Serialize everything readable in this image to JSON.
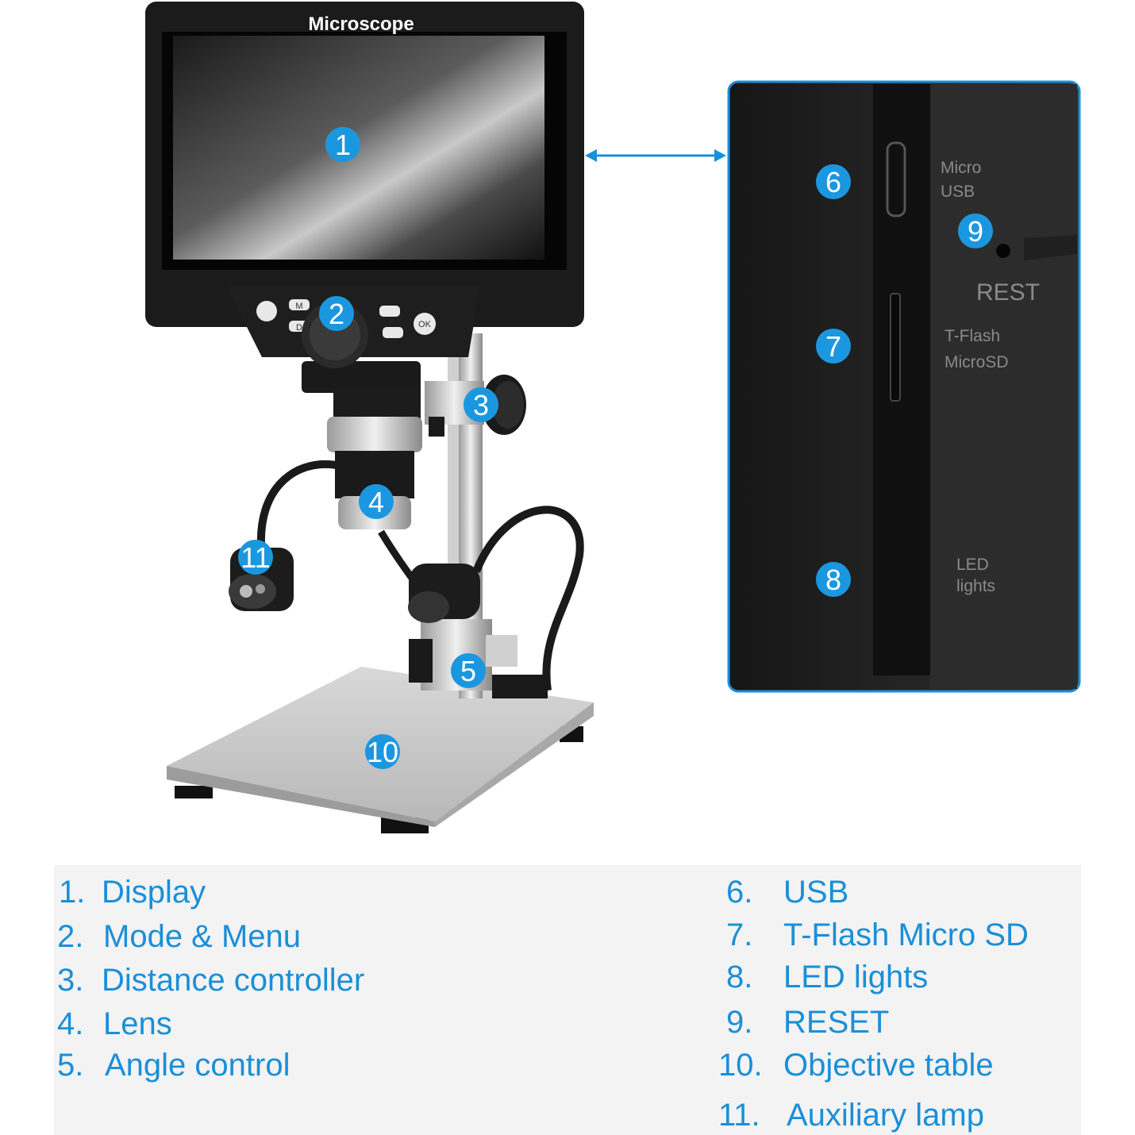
{
  "brand": "Microscope",
  "callouts": [
    "1",
    "2",
    "3",
    "4",
    "5",
    "6",
    "7",
    "8",
    "9",
    "10",
    "11"
  ],
  "port_labels": {
    "usb_line1": "Micro",
    "usb_line2": "USB",
    "reset": "REST",
    "sd_line1": "T-Flash",
    "sd_line2": "MicroSD",
    "led_line1": "LED",
    "led_line2": "lights"
  },
  "buttons": {
    "menu": "M",
    "down": "D",
    "ok": "OK"
  },
  "legend": {
    "left": [
      {
        "num": "1.",
        "label": "Display"
      },
      {
        "num": "2.",
        "label": "Mode & Menu"
      },
      {
        "num": "3.",
        "label": "Distance controller"
      },
      {
        "num": "4.",
        "label": "Lens"
      },
      {
        "num": "5.",
        "label": "Angle control"
      }
    ],
    "right": [
      {
        "num": "6.",
        "label": "USB"
      },
      {
        "num": "7.",
        "label": "T-Flash Micro SD"
      },
      {
        "num": "8.",
        "label": "LED lights"
      },
      {
        "num": "9.",
        "label": "RESET"
      },
      {
        "num": "10.",
        "label": "Objective table"
      },
      {
        "num": "11.",
        "label": "Auxiliary lamp"
      }
    ]
  },
  "colors": {
    "accent": "#1a8fd8",
    "badge": "#1b97e0",
    "legend_bg": "#f3f3f3"
  }
}
